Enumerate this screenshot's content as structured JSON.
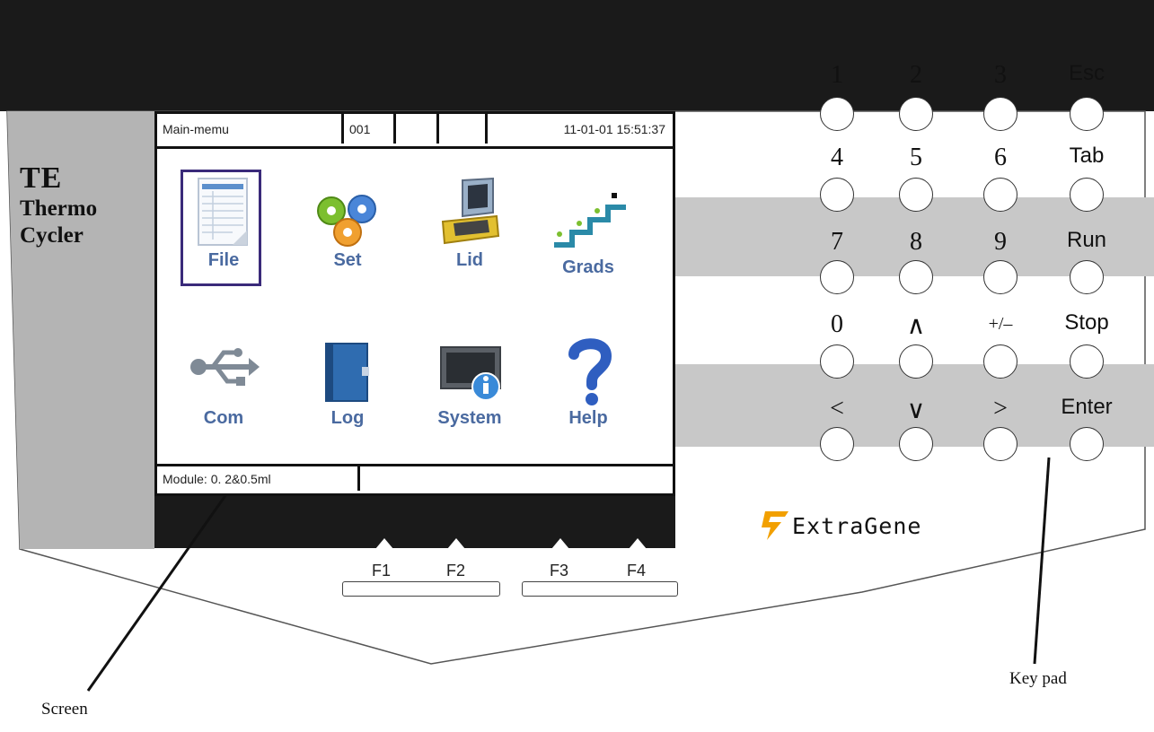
{
  "brand": {
    "line1": "TE",
    "line2": "Thermo",
    "line3": "Cycler"
  },
  "screen": {
    "status": {
      "title": "Main-memu",
      "code": "001",
      "blank1": "",
      "blank2": "",
      "datetime": "11-01-01 15:51:37"
    },
    "menu": [
      {
        "label": "File",
        "icon": "file-icon",
        "selected": true
      },
      {
        "label": "Set",
        "icon": "gears-icon",
        "selected": false
      },
      {
        "label": "Lid",
        "icon": "lid-icon",
        "selected": false
      },
      {
        "label": "Grads",
        "icon": "gradient-icon",
        "selected": false
      },
      {
        "label": "Com",
        "icon": "usb-icon",
        "selected": false
      },
      {
        "label": "Log",
        "icon": "book-icon",
        "selected": false
      },
      {
        "label": "System",
        "icon": "system-info-icon",
        "selected": false
      },
      {
        "label": "Help",
        "icon": "help-icon",
        "selected": false
      }
    ],
    "footer": {
      "module": "Module: 0. 2&0.5ml",
      "message": ""
    }
  },
  "function_keys": [
    "F1",
    "F2",
    "F3",
    "F4"
  ],
  "keypad": [
    [
      "1",
      "2",
      "3",
      "Esc"
    ],
    [
      "4",
      "5",
      "6",
      "Tab"
    ],
    [
      "7",
      "8",
      "9",
      "Run"
    ],
    [
      "0",
      "∧",
      "+/–",
      "Stop"
    ],
    [
      "<",
      "∨",
      ">",
      "Enter"
    ]
  ],
  "logo": {
    "text": "ExtraGene",
    "accent": "#f2a000"
  },
  "callouts": {
    "screen": "Screen",
    "keypad": "Key pad"
  },
  "colors": {
    "panel_top": "#1a1a1a",
    "stripe": "#c8c8c8",
    "menu_label": "#4a6aa0",
    "selection": "#3a2a7a"
  }
}
